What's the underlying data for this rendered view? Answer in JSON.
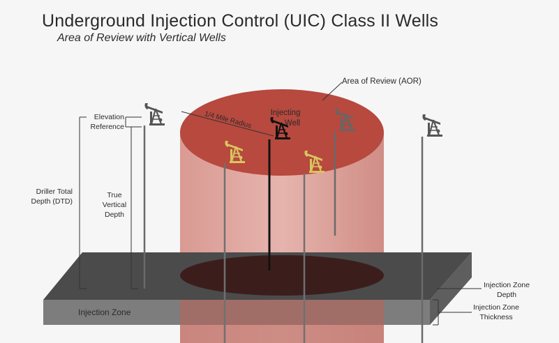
{
  "title": "Underground Injection Control (UIC) Class II Wells",
  "subtitle": "Area of Review with Vertical Wells",
  "labels": {
    "aor": "Area of Review (AOR)",
    "radius": "1/4 Mile Radius",
    "injecting_well_line1": "Injecting",
    "injecting_well_line2": "Well",
    "elevation_line1": "Elevation",
    "elevation_line2": "Reference",
    "dtd_line1": "Driller Total",
    "dtd_line2": "Depth (DTD)",
    "tvd_line1": "True",
    "tvd_line2": "Vertical",
    "tvd_line3": "Depth",
    "injection_zone": "Injection Zone",
    "izd_line1": "Injection Zone",
    "izd_line2": "Depth",
    "izt_line1": "Injection Zone",
    "izt_line2": "Thickness"
  },
  "colors": {
    "aor_top": "#b84a3e",
    "aor_column": "#d9948c",
    "zone_top": "#4a4a4a",
    "zone_front": "#7a7a7a",
    "well_inside_aor": "#d8c560",
    "well_outside_aor": "#555555",
    "injecting_well": "#111111"
  },
  "icons": [
    "pump-jack-icon"
  ]
}
